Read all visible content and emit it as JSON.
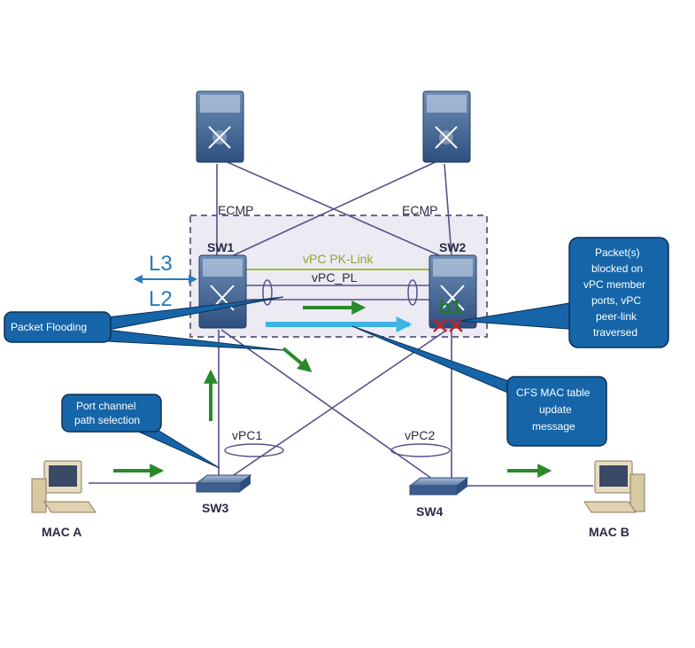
{
  "colors": {
    "link": "#5a4f8a",
    "callout_fill": "#1565a8",
    "callout_border": "#0c2f55",
    "peer_link": "#9bbf3a",
    "arrow_green": "#2a8a2a",
    "cfs_arrow": "#3cb4e6",
    "l3l2": "#2b7ab8",
    "block_red": "#cc2222",
    "vpc_domain_fill": "#eceaf2",
    "vpc_domain_border": "#6a6a8a"
  },
  "core_switches": [
    "router-icon",
    "router-icon"
  ],
  "labels": {
    "ecmp_left": "ECMP",
    "ecmp_right": "ECMP",
    "sw1": "SW1",
    "sw2": "SW2",
    "sw3": "SW3",
    "sw4": "SW4",
    "l3": "L3",
    "l2": "L2",
    "peer_keepalive": "vPC PK-Link",
    "peer_link": "vPC_PL",
    "vpc1": "vPC1",
    "vpc2": "vPC2",
    "blocked_port": "b1",
    "mac_a": "MAC  A",
    "mac_b": "MAC  B"
  },
  "callouts": {
    "packet_flooding": "Packet Flooding",
    "port_channel": [
      "Port channel",
      "path selection"
    ],
    "cfs_mac": [
      "CFS MAC table",
      "update",
      "message"
    ],
    "blocked": [
      "Packet(s)",
      "blocked on",
      "vPC member",
      "ports, vPC",
      "peer-link",
      "traversed"
    ]
  }
}
